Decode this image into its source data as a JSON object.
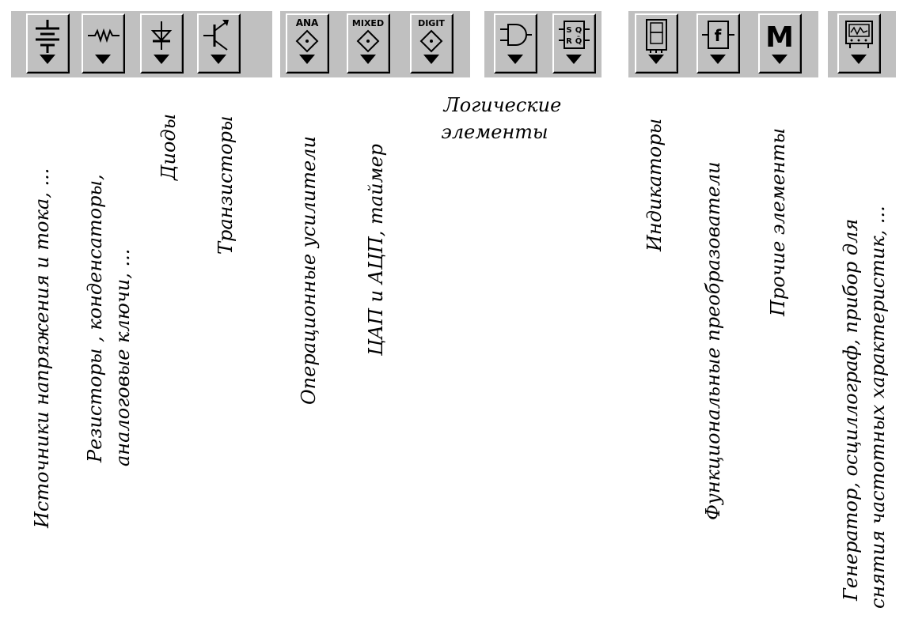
{
  "toolbar": {
    "buttons": [
      {
        "id": "sources",
        "icon": "battery-icon"
      },
      {
        "id": "resistors",
        "icon": "resistor-icon"
      },
      {
        "id": "diodes",
        "icon": "diode-icon"
      },
      {
        "id": "transistors",
        "icon": "transistor-icon"
      },
      {
        "id": "analog",
        "icon": "analog-ic-icon",
        "label": "ANA"
      },
      {
        "id": "mixed",
        "icon": "mixed-ic-icon",
        "label": "MIXED"
      },
      {
        "id": "digital",
        "icon": "digital-ic-icon",
        "label": "DIGIT"
      },
      {
        "id": "logic-gates",
        "icon": "and-gate-icon"
      },
      {
        "id": "flip-flops",
        "icon": "flip-flop-icon",
        "pins": [
          "S",
          "Q",
          "R",
          "Q̄"
        ]
      },
      {
        "id": "indicators",
        "icon": "seven-segment-icon"
      },
      {
        "id": "function-blocks",
        "icon": "function-block-icon",
        "label": "f"
      },
      {
        "id": "misc",
        "icon": "misc-icon",
        "label": "M"
      },
      {
        "id": "instruments",
        "icon": "oscilloscope-icon"
      }
    ]
  },
  "captions": {
    "sources": "Источники напряжения и тока, ...",
    "resistors_line1": "Резисторы , конденсаторы,",
    "resistors_line2": "аналоговые ключи, ...",
    "diodes": "Диоды",
    "transistors": "Транзисторы",
    "opamps": "Операционные усилители",
    "dac_adc": "ЦАП и АЦП, таймер",
    "logic_line1": "Логические",
    "logic_line2": "элементы",
    "indicators": "Индикаторы",
    "function": "Функциональные преобразователи",
    "misc": "Прочие  элементы",
    "instruments_line1": "Генератор,  осциллограф,  прибор для",
    "instruments_line2": "снятия частотных характеристик, ..."
  }
}
